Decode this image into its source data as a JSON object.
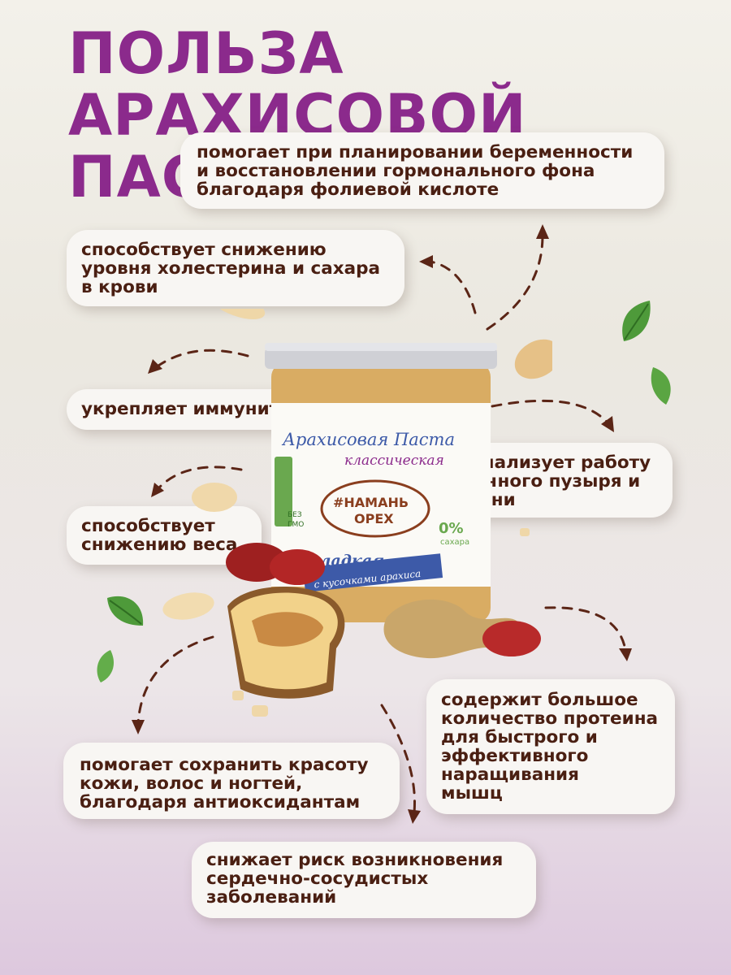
{
  "title": {
    "line1": "Польза арахисовой",
    "line2": "пасты"
  },
  "benefits": [
    {
      "lines": [
        "помогает при планировании беременности",
        "и восстановлении гормонального фона",
        "благодаря фолиевой кислоте"
      ]
    },
    {
      "lines": [
        "способствует снижению",
        "уровня холестерина и сахара",
        "в крови"
      ]
    },
    {
      "lines": [
        "укрепляет иммунитет"
      ]
    },
    {
      "lines": [
        "нормализует работу",
        "желчного пузыря и",
        "печени"
      ]
    },
    {
      "lines": [
        "способствует",
        "снижению веса"
      ]
    },
    {
      "lines": [
        "содержит большое",
        "количество протеина",
        "для быстрого и",
        "эффективного",
        "наращивания",
        "мышц"
      ]
    },
    {
      "lines": [
        "помогает сохранить красоту",
        "кожи, волос и ногтей,",
        "благодаря антиоксидантам"
      ]
    },
    {
      "lines": [
        "снижает риск возникновения",
        "сердечно-сосудистых",
        "заболеваний"
      ]
    }
  ],
  "product": {
    "name": "Арахисовая Паста",
    "variant": "классическая",
    "brand_line1": "#НАМАНЬ",
    "brand_line2": "ОРЕХ",
    "sugar_percent": "0%",
    "sugar_label": "сахара",
    "sweet_label": "сладкая",
    "chunks_label": "с кусочками арахиса",
    "badge_line1": "БЕЗ",
    "badge_line2": "ГМО"
  },
  "colors": {
    "title": "#8b2a8c",
    "text": "#4a1f12",
    "arrow": "#5b2516",
    "lid": "#c9c9cd",
    "paste": "#d8ad66",
    "label_blue": "#3d5aa8"
  }
}
